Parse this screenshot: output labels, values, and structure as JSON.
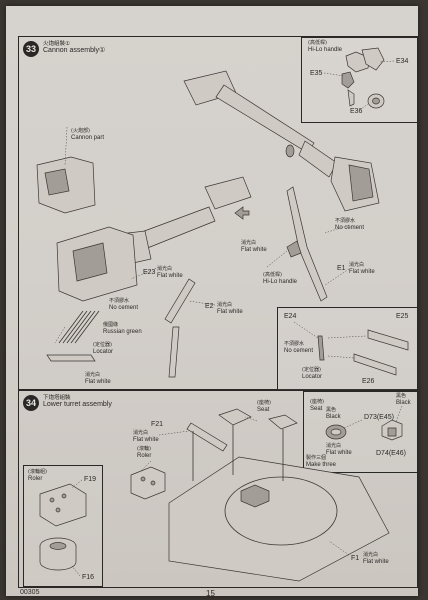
{
  "footer": {
    "code": "00305",
    "page_number": "15"
  },
  "step33": {
    "number": "33",
    "title_cn": "火炮組裝①",
    "title_en": "Cannon assembly①",
    "inset_hilo": {
      "title_cn": "(高低桿)",
      "title_en": "Hi-Lo handle",
      "parts": [
        "E35",
        "E34",
        "E36"
      ]
    },
    "callouts": {
      "cannon_part_cn": "(火炮部)",
      "cannon_part_en": "Cannon part",
      "flat_white_cn": "消光白",
      "flat_white_en": "Flat white",
      "no_cement_cn": "不須膠水",
      "no_cement_en": "No cement",
      "russian_green_cn": "俄國綠",
      "russian_green_en": "Russian green",
      "locator_cn": "(定位器)",
      "locator_en": "Locator",
      "hilo_cn": "(高低桿)",
      "hilo_en": "Hi-Lo handle"
    },
    "parts": [
      "E23",
      "E2",
      "E1"
    ],
    "inset_locator": {
      "parts": [
        "E24",
        "E25",
        "E26"
      ],
      "no_cement_cn": "不須膠水",
      "no_cement_en": "No cement",
      "locator_cn": "(定位器)",
      "locator_en": "Locator"
    }
  },
  "step34": {
    "number": "34",
    "title_cn": "下炮塔組裝",
    "title_en": "Lower turret assembly",
    "parts": [
      "F21",
      "F1"
    ],
    "callouts": {
      "flat_white_cn": "消光白",
      "flat_white_en": "Flat white",
      "roller_cn": "(滾輪)",
      "roller_en": "Roler",
      "seat_cn": "(座椅)",
      "seat_en": "Seat"
    },
    "inset_roler": {
      "title_cn": "(滾輪組)",
      "title_en": "Roler",
      "parts": [
        "F19",
        "F16"
      ]
    },
    "inset_seat": {
      "seat_cn": "(座椅)",
      "seat_en": "Seat",
      "black_cn": "黑色",
      "black_en": "Black",
      "black2_cn": "黑色",
      "black2_en": "Black",
      "flat_white_cn": "消光白",
      "flat_white_en": "Flat white",
      "make_three_cn": "製作三個",
      "make_three_en": "Make three",
      "parts": [
        "D73(E45)",
        "D74(E46)"
      ]
    }
  }
}
